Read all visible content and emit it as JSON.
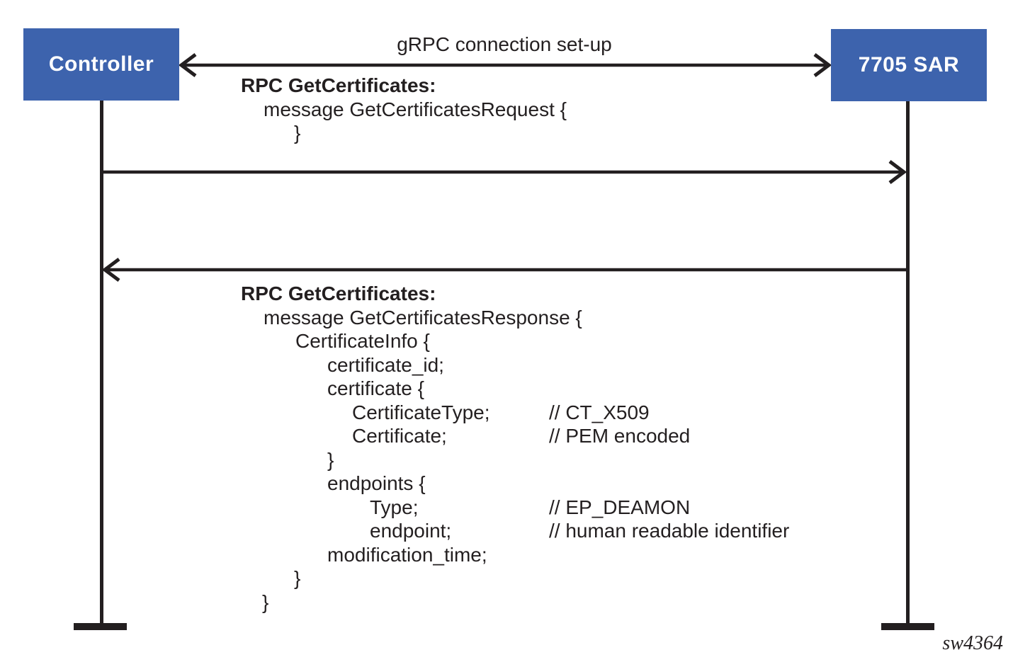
{
  "diagram": {
    "left_actor": "Controller",
    "right_actor": "7705 SAR",
    "connection_label": "gRPC connection set-up",
    "request": {
      "title": "RPC GetCertificates:",
      "lines": [
        {
          "code": "message GetCertificatesRequest {"
        },
        {
          "code": "}"
        }
      ]
    },
    "response": {
      "title": "RPC GetCertificates:",
      "lines": [
        {
          "code": "message GetCertificatesResponse {"
        },
        {
          "code": "CertificateInfo {"
        },
        {
          "code": "certificate_id;"
        },
        {
          "code": "certificate {"
        },
        {
          "code": "CertificateType;",
          "comment": "// CT_X509"
        },
        {
          "code": "Certificate;",
          "comment": "// PEM encoded"
        },
        {
          "code": "}"
        },
        {
          "code": "endpoints {"
        },
        {
          "code": "Type;",
          "comment": "// EP_DEAMON"
        },
        {
          "code": "endpoint;",
          "comment": "// human readable identifier"
        },
        {
          "code": "modification_time;"
        },
        {
          "code": "}"
        },
        {
          "code": "}"
        }
      ]
    },
    "figure_id": "sw4364",
    "colors": {
      "actor_fill": "#3d63ad",
      "actor_text": "#ffffff",
      "line": "#231f20"
    }
  }
}
